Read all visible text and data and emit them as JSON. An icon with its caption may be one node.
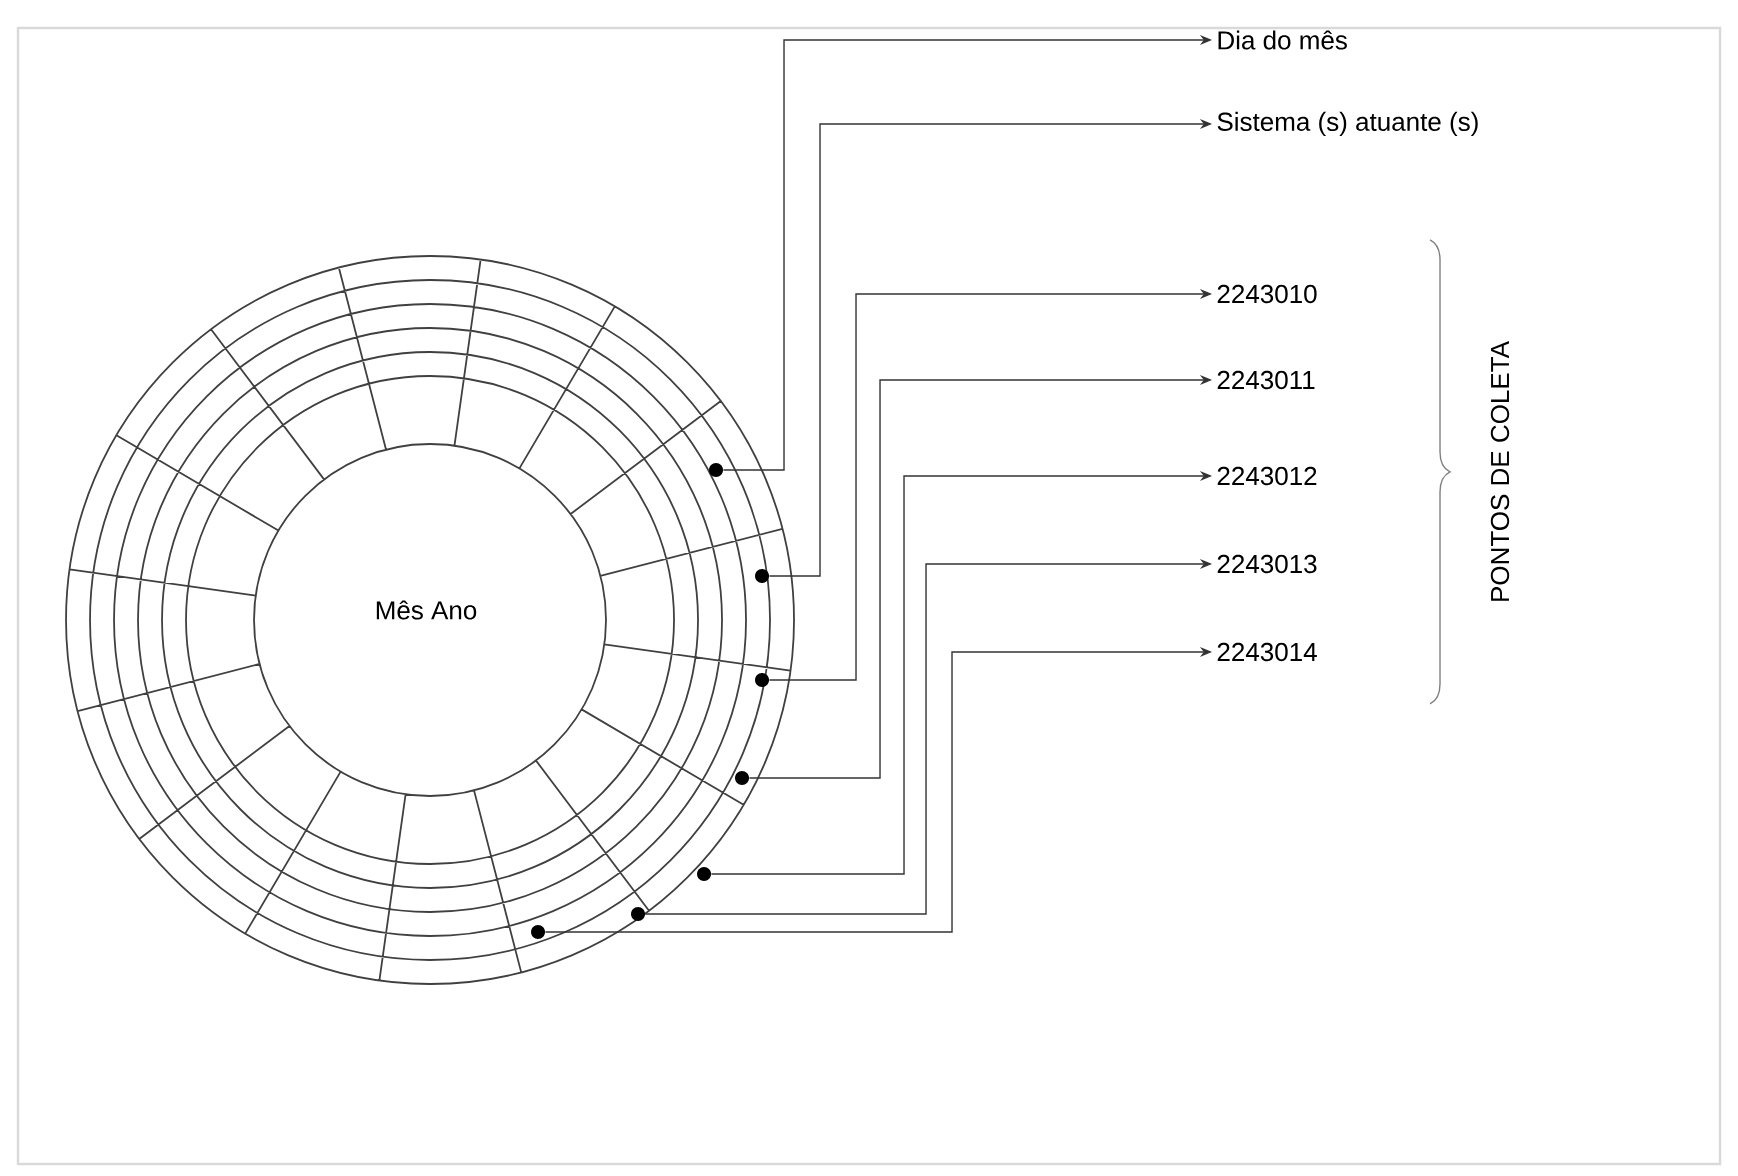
{
  "diagram": {
    "nodes": [
      {
        "text": [
          "Dia do mês"
        ]
      },
      {
        "text": [
          "Sistema (s) atuante (s)"
        ]
      },
      {
        "text": [
          "2243010"
        ]
      },
      {
        "text": [
          "2243011"
        ]
      },
      {
        "text": [
          "2243012"
        ]
      },
      {
        "text": [
          "2243013"
        ]
      },
      {
        "text": [
          "2243014"
        ]
      },
      {
        "text": [],
        "shape": "circle"
      },
      {
        "text": [],
        "shape": "circle"
      },
      {
        "text": [],
        "shape": "circle"
      },
      {
        "text": [],
        "shape": "circle"
      },
      {
        "text": [],
        "shape": "circle"
      },
      {
        "text": [],
        "shape": "circle"
      },
      {
        "text": [],
        "shape": "circle"
      }
    ],
    "edges": [
      {
        "from": 7,
        "to": 0,
        "arrow": "to"
      },
      {
        "from": 8,
        "to": 1,
        "arrow": "to"
      },
      {
        "from": 9,
        "to": 2,
        "arrow": "to"
      },
      {
        "from": 10,
        "to": 3,
        "arrow": "to"
      },
      {
        "from": 11,
        "to": 4,
        "arrow": "to"
      },
      {
        "from": 12,
        "to": 5,
        "arrow": "to"
      },
      {
        "from": 13,
        "to": 6,
        "arrow": "to"
      }
    ],
    "labels": [
      "PONTOS DE COLETA",
      "Mês Ano"
    ]
  }
}
